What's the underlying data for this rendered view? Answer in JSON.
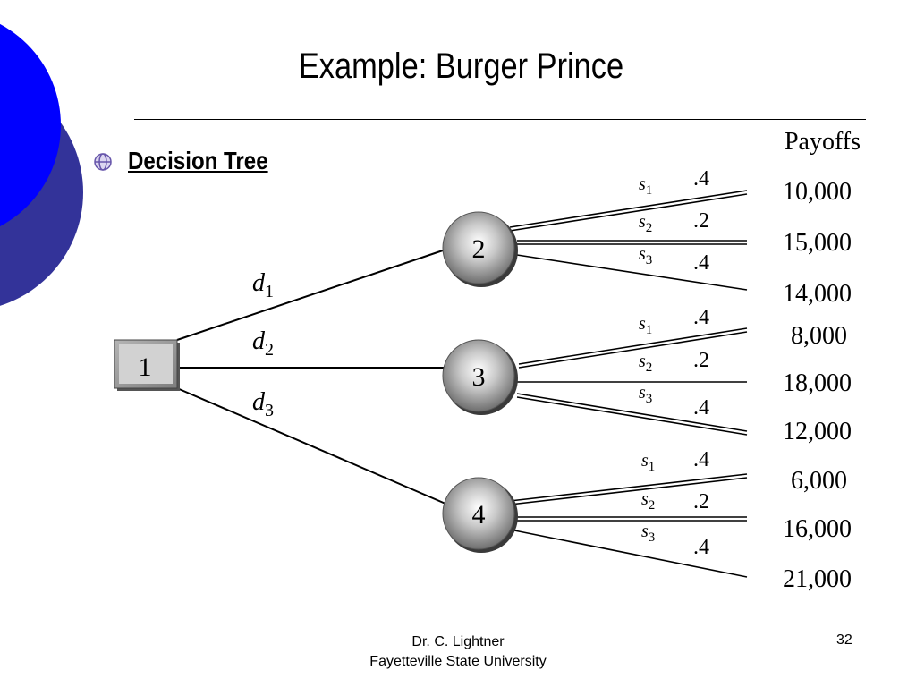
{
  "slide": {
    "title": "Example:  Burger Prince",
    "bullet": "Decision Tree",
    "footer_line1": "Dr. C. Lightner",
    "footer_line2": "Fayetteville State University",
    "page_number": "32"
  },
  "tree": {
    "payoffs_header": "Payoffs",
    "decision_node": "1",
    "chance_nodes": [
      "2",
      "3",
      "4"
    ],
    "decisions": [
      {
        "letter": "d",
        "sub": "1"
      },
      {
        "letter": "d",
        "sub": "2"
      },
      {
        "letter": "d",
        "sub": "3"
      }
    ],
    "branches": [
      {
        "state": "s",
        "sub": "1",
        "prob": ".4",
        "payoff": "10,000"
      },
      {
        "state": "s",
        "sub": "2",
        "prob": ".2",
        "payoff": "15,000"
      },
      {
        "state": "s",
        "sub": "3",
        "prob": ".4",
        "payoff": "14,000"
      },
      {
        "state": "s",
        "sub": "1",
        "prob": ".4",
        "payoff": "8,000"
      },
      {
        "state": "s",
        "sub": "2",
        "prob": ".2",
        "payoff": "18,000"
      },
      {
        "state": "s",
        "sub": "3",
        "prob": ".4",
        "payoff": "12,000"
      },
      {
        "state": "s",
        "sub": "1",
        "prob": ".4",
        "payoff": "6,000"
      },
      {
        "state": "s",
        "sub": "2",
        "prob": ".2",
        "payoff": "16,000"
      },
      {
        "state": "s",
        "sub": "3",
        "prob": ".4",
        "payoff": "21,000"
      }
    ]
  },
  "colors": {
    "accent_blue": "#0000ff",
    "accent_navy": "#333399",
    "node_gray": "#9a9a9a"
  }
}
